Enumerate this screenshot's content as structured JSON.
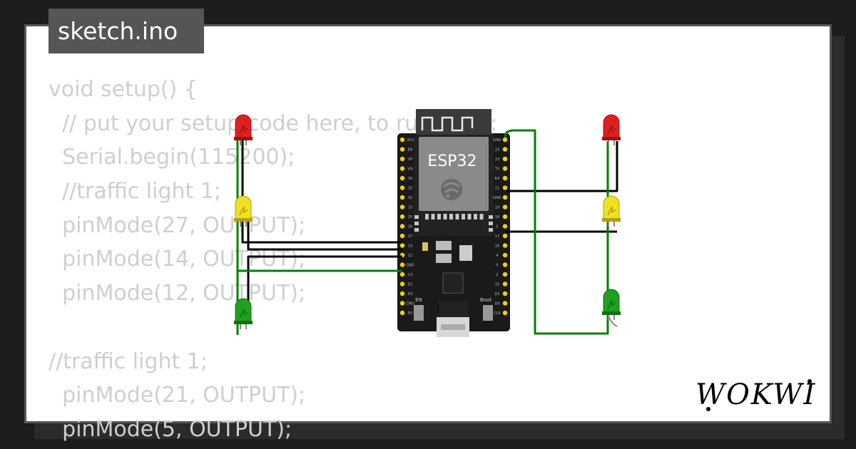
{
  "file_tab": {
    "label": "sketch.ino"
  },
  "code_lines": [
    "void setup() {",
    "  // put your setup code here, to run once:",
    "  Serial.begin(115200);",
    "  //traffic light 1;",
    "  pinMode(27, OUTPUT);",
    "  pinMode(14, OUTPUT);",
    "  pinMode(12, OUTPUT);",
    "",
    "//traffic light 1;",
    "  pinMode(21, OUTPUT);",
    "  pinMode(5, OUTPUT);"
  ],
  "board": {
    "label": "ESP32",
    "en_label": "EN",
    "boot_label": "Boot",
    "left_pins": [
      "3V3",
      "EN",
      "VP",
      "VN",
      "34",
      "35",
      "32",
      "33",
      "25",
      "26",
      "27",
      "14",
      "12",
      "GND",
      "13",
      "D2",
      "D3",
      "CMD",
      "5V"
    ],
    "right_pins": [
      "GND",
      "23",
      "22",
      "TX",
      "RX",
      "21",
      "GND",
      "19",
      "18",
      "5",
      "17",
      "16",
      "4",
      "0",
      "2",
      "15",
      "D1",
      "D0",
      "CLK"
    ]
  },
  "brand": {
    "name": "WOKWI"
  },
  "colors": {
    "background": "#1c1c1c",
    "tab": "#555555",
    "code_text": "#cfcfcf",
    "board": "#1a1a1a",
    "wire_black": "#000000",
    "wire_green": "#008000",
    "led_red": "#e02020",
    "led_yellow": "#f0e020",
    "led_green": "#20a020"
  },
  "icons": [
    "esp32-chip-icon",
    "espressif-logo-icon",
    "usb-port-icon",
    "wokwi-logo-icon"
  ]
}
